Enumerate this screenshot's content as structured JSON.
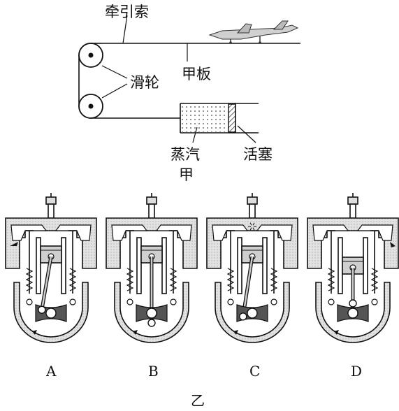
{
  "figure_top": {
    "labels": {
      "tow_cable": "牵引索",
      "pulleys": "滑轮",
      "deck": "甲板",
      "steam": "蒸汽",
      "steam_suffix": "甲",
      "piston": "活塞"
    }
  },
  "figure_bottom": {
    "engine_labels": [
      "A",
      "B",
      "C",
      "D"
    ],
    "caption": "乙"
  }
}
